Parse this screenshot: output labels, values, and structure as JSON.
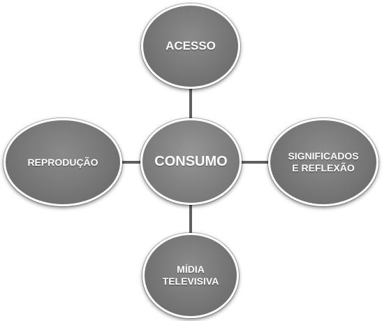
{
  "diagram": {
    "center": "CONSUMO",
    "top": "ACESSO",
    "left": "REPRODUÇÃO",
    "right": "SIGNIFICADOS\nE REFLEXÃO",
    "bottom": "MÍDIA\nTELEVISIVA"
  },
  "colors": {
    "node_fill": "#7a7a7a",
    "connector": "#5f5f5f",
    "text": "#ffffff"
  }
}
